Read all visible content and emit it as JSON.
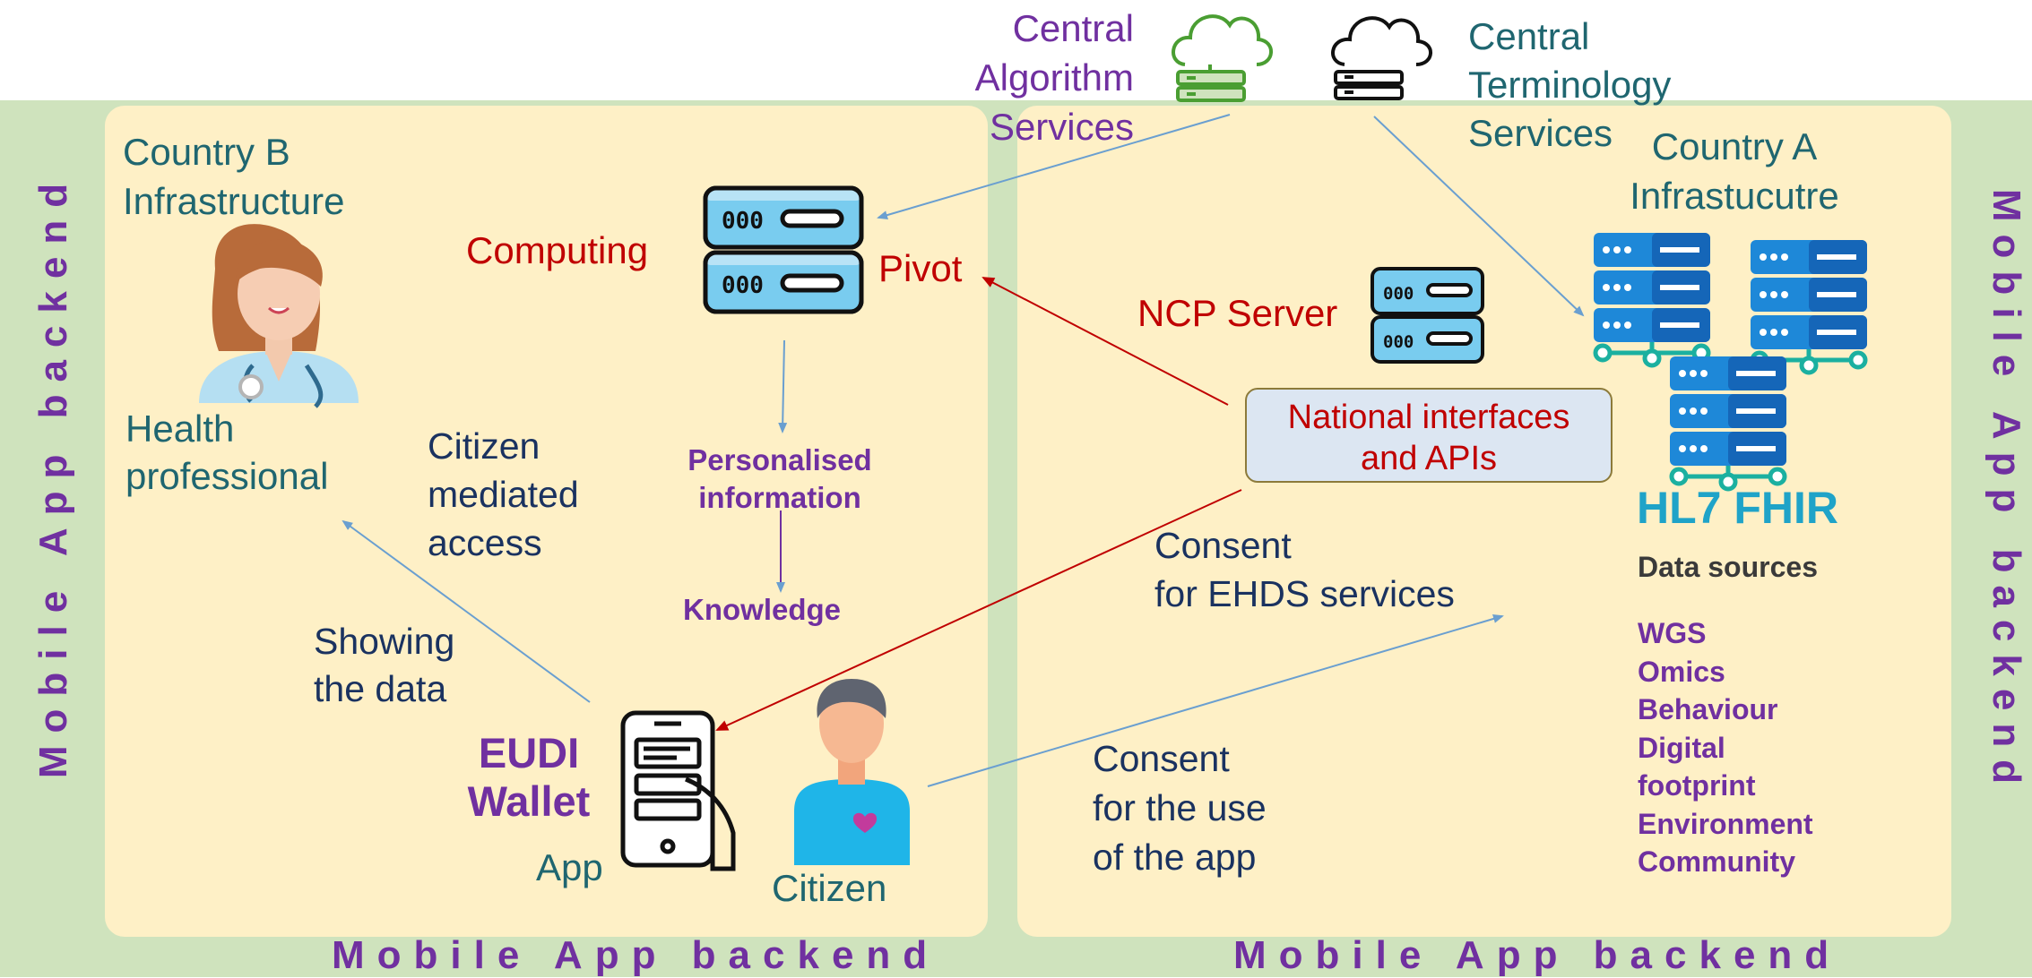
{
  "services": {
    "algorithm": [
      "Central",
      "Algorithm",
      "Services"
    ],
    "terminology": [
      "Central",
      "Terminology",
      "Services"
    ]
  },
  "country_b": {
    "title": [
      "Country B",
      "Infrastructure"
    ],
    "health_professional": [
      "Health",
      "professional"
    ],
    "citizen_mediated": [
      "Citizen",
      "mediated",
      "access"
    ],
    "showing_data": [
      "Showing",
      "the data"
    ],
    "computing": "Computing",
    "pivot": "Pivot",
    "personalised": [
      "Personalised",
      "information"
    ],
    "knowledge": "Knowledge",
    "eudi": [
      "EUDI",
      "Wallet"
    ],
    "app": "App",
    "citizen": "Citizen"
  },
  "country_a": {
    "title": [
      "Country A",
      "Infrastucutre"
    ],
    "ncp": "NCP Server",
    "national_apis": [
      "National interfaces",
      "and  APIs"
    ],
    "consent_ehds": [
      "Consent",
      "for EHDS services"
    ],
    "consent_app": [
      "Consent",
      "for the use",
      "of the app"
    ],
    "hl7": "HL7 FHIR",
    "data_sources_title": "Data sources",
    "data_sources": [
      "WGS",
      "Omics",
      "Behaviour",
      "Digital",
      "footprint",
      "Environment",
      "Community"
    ]
  },
  "backend_label": "Mobile App backend",
  "colors": {
    "band": "#cfe3bd",
    "panel": "#fef0c6",
    "teal": "#1f6670",
    "red": "#c00000",
    "purple": "#7030a0",
    "navy": "#1a3260",
    "fhir": "#1fa3c8",
    "server_blue": "#5ec4f0",
    "cloud_green": "#4a9e32"
  }
}
